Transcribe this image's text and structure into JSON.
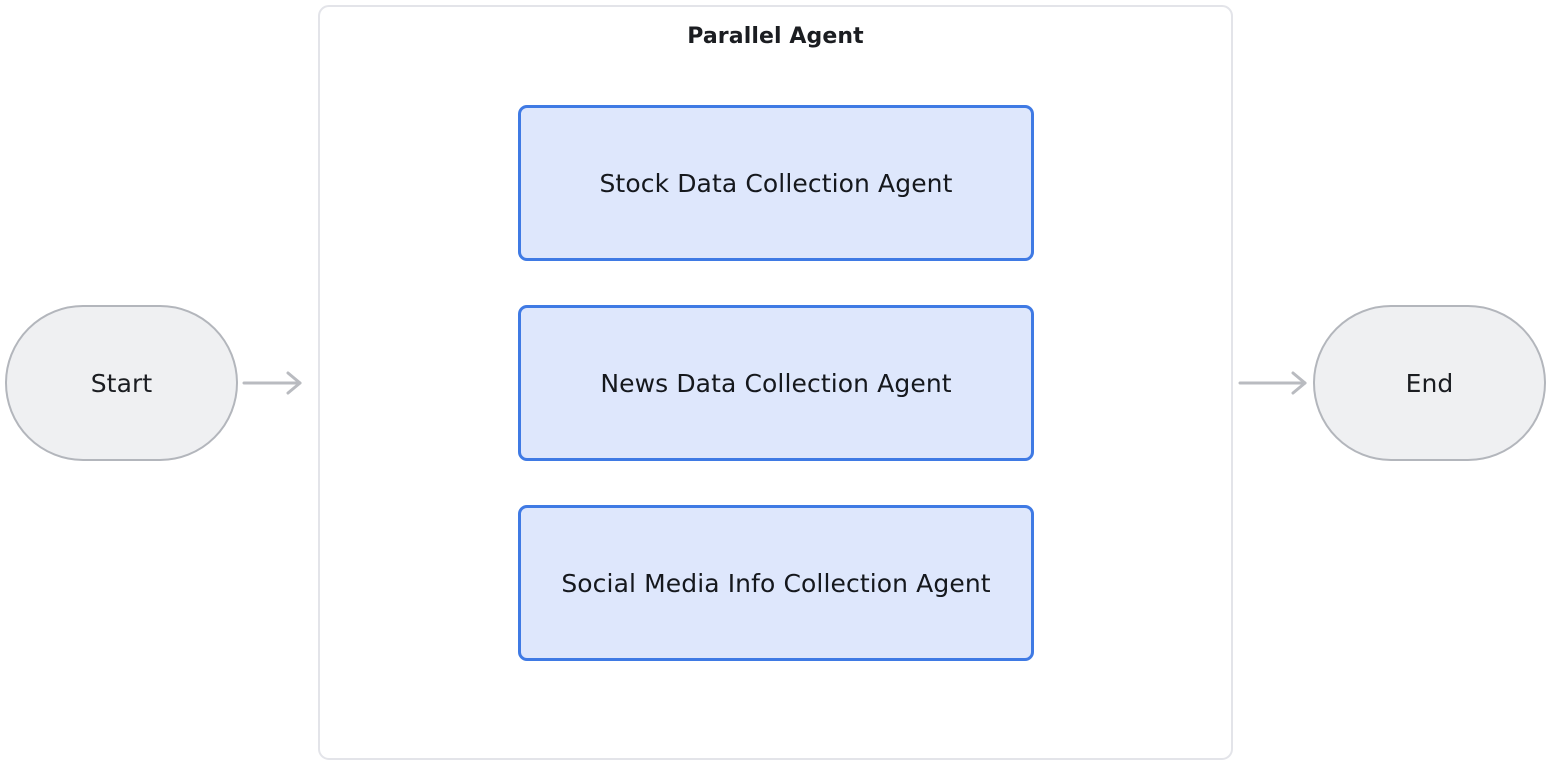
{
  "diagram": {
    "type": "flowchart",
    "orientation": "left-to-right",
    "title": "Parallel Agent",
    "background_color": "#ffffff"
  },
  "nodes": {
    "start": {
      "label": "Start",
      "shape": "stadium",
      "fill": "#eff0f2",
      "stroke": "#b3b6bc"
    },
    "end": {
      "label": "End",
      "shape": "stadium",
      "fill": "#eff0f2",
      "stroke": "#b3b6bc"
    }
  },
  "container": {
    "title": "Parallel Agent",
    "stroke": "#e3e4e9",
    "fill": "#ffffff"
  },
  "agents": [
    {
      "label": "Stock Data Collection Agent",
      "fill": "#dee7fc",
      "stroke": "#3f7ae4"
    },
    {
      "label": "News Data Collection Agent",
      "fill": "#dee7fc",
      "stroke": "#3f7ae4"
    },
    {
      "label": "Social Media Info Collection Agent",
      "fill": "#dee7fc",
      "stroke": "#3f7ae4"
    }
  ],
  "edges": {
    "stroke": "#b9bbc0",
    "width": 3,
    "arrowhead": "open-chevron",
    "connections": [
      "Start -> Parallel Agent",
      "Parallel Agent fan-out -> Stock Data Collection Agent",
      "Parallel Agent fan-out -> News Data Collection Agent",
      "Parallel Agent fan-out -> Social Media Info Collection Agent",
      "Stock Data Collection Agent -> merge",
      "News Data Collection Agent -> merge",
      "Social Media Info Collection Agent -> merge",
      "merge -> End"
    ]
  }
}
